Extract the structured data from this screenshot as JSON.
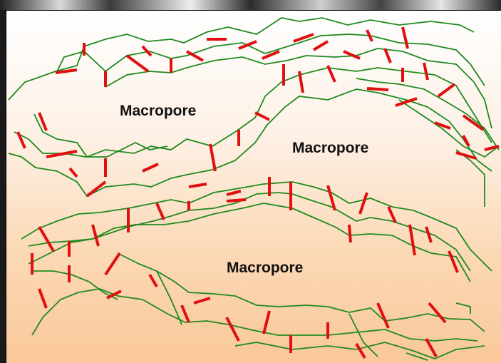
{
  "labels": {
    "macropore_1": "Macropore",
    "macropore_2": "Macropore",
    "macropore_3": "Macropore"
  },
  "colors": {
    "chain": "#1f8a1f",
    "crosslink": "#e01010",
    "label_text": "#111111"
  }
}
